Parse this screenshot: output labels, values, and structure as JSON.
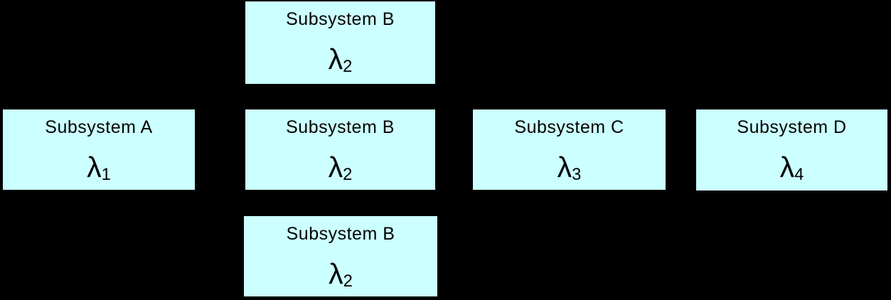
{
  "colors": {
    "background": "#000000",
    "box_fill": "#ccffff",
    "box_border": "#000000",
    "text": "#000000"
  },
  "boxes": [
    {
      "id": "subsystem-b-top",
      "title": "Subsystem B",
      "symbol": "λ",
      "subscript": "2"
    },
    {
      "id": "subsystem-a",
      "title": "Subsystem A",
      "symbol": "λ",
      "subscript": "1"
    },
    {
      "id": "subsystem-b-middle",
      "title": "Subsystem B",
      "symbol": "λ",
      "subscript": "2"
    },
    {
      "id": "subsystem-c",
      "title": "Subsystem C",
      "symbol": "λ",
      "subscript": "3"
    },
    {
      "id": "subsystem-d",
      "title": "Subsystem D",
      "symbol": "λ",
      "subscript": "4"
    },
    {
      "id": "subsystem-b-bottom",
      "title": "Subsystem B",
      "symbol": "λ",
      "subscript": "2"
    }
  ]
}
